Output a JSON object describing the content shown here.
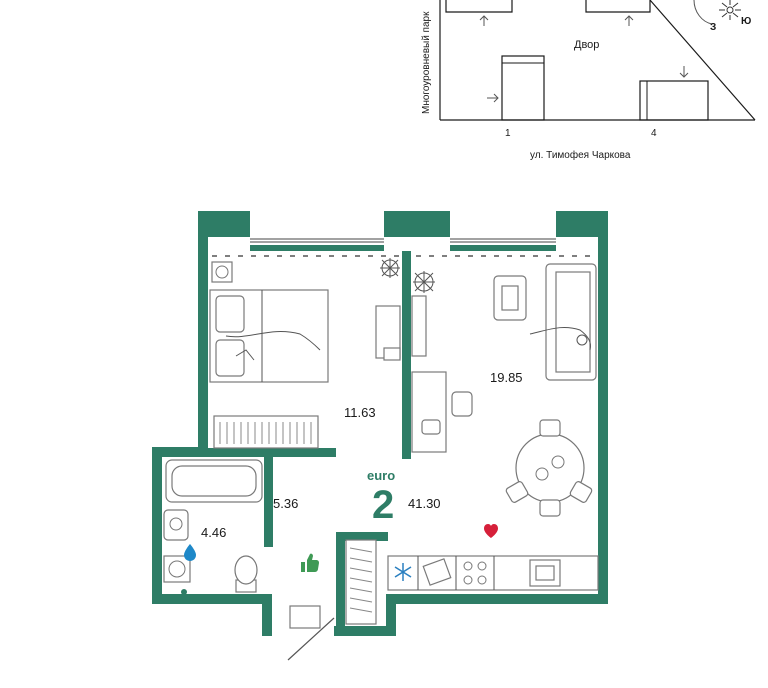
{
  "site_plan": {
    "building_side_label": "Многоуровневый парк",
    "yard_label": "Двор",
    "street_label": "ул. Тимофея Чаркова",
    "entrance_1": "1",
    "entrance_4": "4",
    "compass_west": "З",
    "compass_south": "Ю"
  },
  "apartment": {
    "type_label": "euro",
    "rooms": "2",
    "total_area": "41.30"
  },
  "rooms": {
    "bedroom_area": "11.63",
    "living_kitchen_area": "19.85",
    "hall_area": "5.36",
    "bathroom_area": "4.46"
  },
  "colors": {
    "wall": "#2e7d66",
    "accent_heart": "#d6203a",
    "water_drop": "#1e88c8",
    "thumb": "#3f9a55",
    "snowflake": "#2a7fc0"
  },
  "icons": [
    "compass-icon",
    "heart-icon",
    "water-drop-icon",
    "thumbs-up-icon",
    "snowflake-icon"
  ]
}
